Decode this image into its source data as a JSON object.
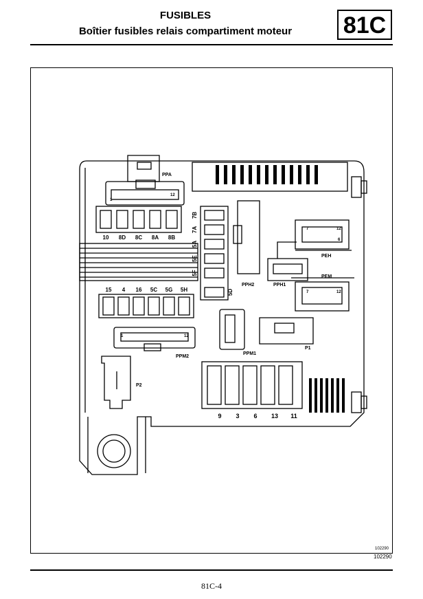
{
  "header": {
    "title": "FUSIBLES",
    "subtitle": "Boîtier fusibles relais compartiment moteur",
    "section_code": "81C"
  },
  "diagram": {
    "fuse_row_top": [
      "10",
      "8D",
      "8C",
      "8A",
      "8B"
    ],
    "fuse_row_middle": [
      "15",
      "4",
      "16",
      "5C",
      "5G",
      "5H"
    ],
    "fuse_column": [
      "7B",
      "7A",
      "5A",
      "5E",
      "5F",
      "5D"
    ],
    "fuse_row_bottom": [
      "9",
      "3",
      "6",
      "13",
      "11"
    ],
    "connectors": {
      "ppa": "PPA",
      "pph2": "PPH2",
      "pph1": "PPH1",
      "peh": "PEH",
      "pem": "PEM",
      "ppm1": "PPM1",
      "p1": "P1",
      "ppm2": "PPM2",
      "p2": "P2"
    },
    "pin_marks": {
      "ppa_right": "12",
      "ppa_left": "1",
      "peh_left": "7",
      "peh_right": "12",
      "peh_right2": "6",
      "pem_left": "7",
      "pem_right": "12",
      "ppm2_left": "1",
      "ppm2_right": "12"
    },
    "reference_inner": "102290"
  },
  "footer": {
    "reference": "102290",
    "page_number": "81C-4"
  }
}
